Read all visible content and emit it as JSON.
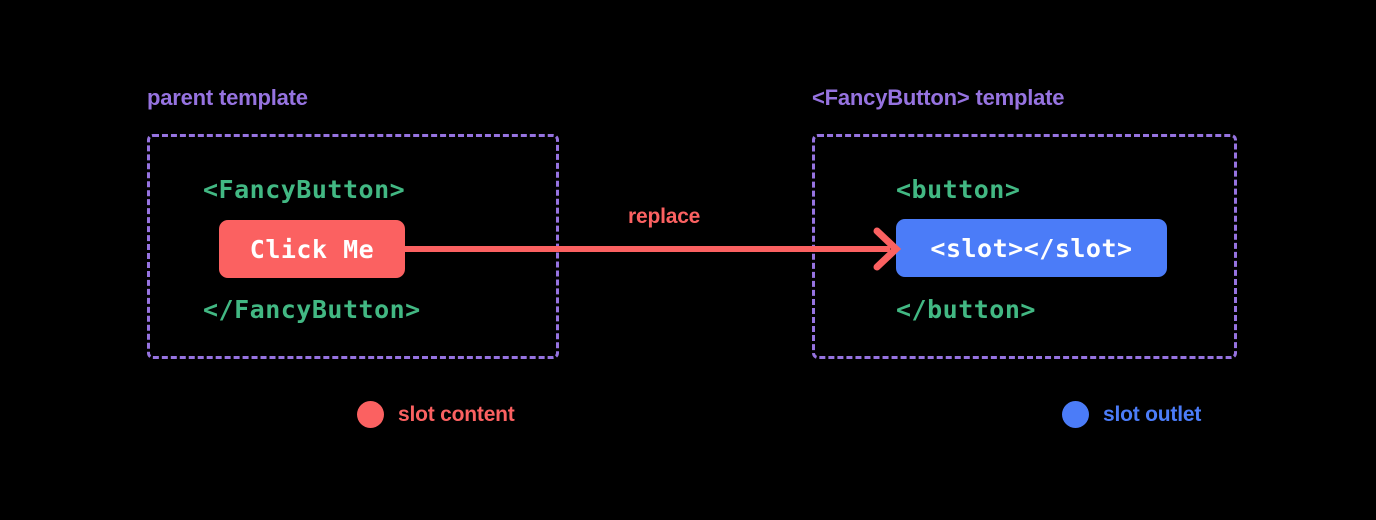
{
  "diagram": {
    "background_color": "#000000",
    "title_omitted": true,
    "colors": {
      "caption_purple": "#9673e0",
      "code_green": "#42b883",
      "slot_content_red": "#fb6161",
      "slot_outlet_blue": "#4b7cf8",
      "chip_text": "#ffffff"
    },
    "panels": [
      {
        "id": "parent",
        "caption": "parent template",
        "code_open": "<FancyButton>",
        "code_close": "</FancyButton>",
        "chip_text": "Click Me",
        "chip_color": "#fb6161"
      },
      {
        "id": "fancybutton",
        "caption": "<FancyButton> template",
        "code_open": "<button>",
        "code_close": "</button>",
        "chip_text": "<slot></slot>",
        "chip_color": "#4b7cf8"
      }
    ],
    "arrow": {
      "label": "replace",
      "color": "#fb6161",
      "direction": "left-to-right",
      "from": "Click Me chip",
      "to": "<slot></slot> chip"
    },
    "legend": [
      {
        "label": "slot content",
        "color": "#fb6161"
      },
      {
        "label": "slot outlet",
        "color": "#4b7cf8"
      }
    ]
  }
}
